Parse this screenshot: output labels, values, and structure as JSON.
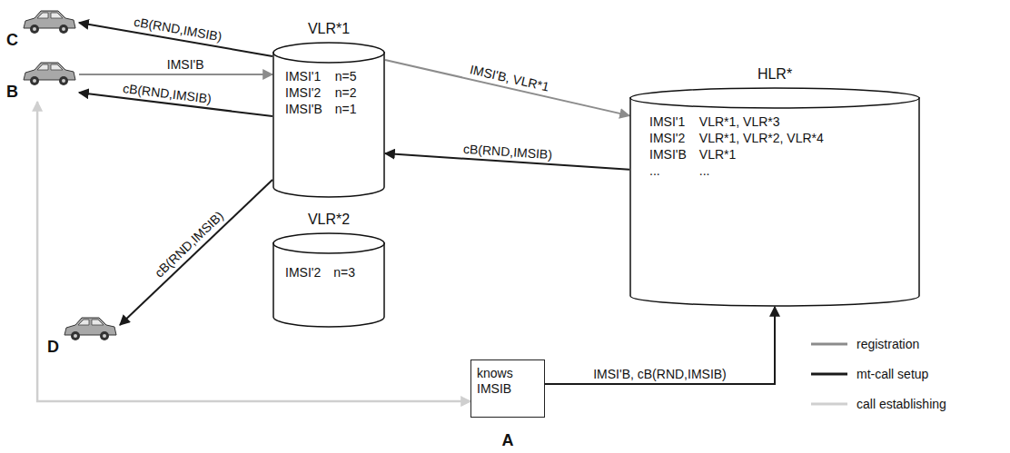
{
  "diagram": {
    "nodes": [
      {
        "text": [
          "C"
        ]
      },
      {
        "text": [
          "VLR*1",
          "IMSI'1",
          "n=5",
          "IMSI'2",
          "n=2",
          "IMSI'B",
          "n=1"
        ]
      },
      {
        "text": [
          "HLR*",
          "IMSI'1",
          "VLR*1, VLR*3",
          "IMSI'2",
          "VLR*1, VLR*2, VLR*4",
          "IMSI'B",
          "VLR*1",
          "...",
          "..."
        ]
      },
      {
        "text": [
          "B"
        ]
      },
      {
        "text": [
          "D"
        ]
      },
      {
        "text": [
          "VLR*2",
          "IMSI'2",
          "n=3"
        ]
      },
      {
        "text": [
          "knows IMSIB",
          "A"
        ]
      }
    ],
    "edges": [
      {
        "from": 1,
        "to": 0,
        "label": "cB(RND,IMSIB)",
        "arrow": "to"
      },
      {
        "from": 3,
        "to": 1,
        "label": "IMSI'B",
        "arrow": "to"
      },
      {
        "from": 1,
        "to": 3,
        "label": "cB(RND,IMSIB)",
        "arrow": "to"
      },
      {
        "from": 1,
        "to": 4,
        "label": "cB(RND,IMSIB)",
        "arrow": "to"
      },
      {
        "from": 1,
        "to": 2,
        "label": "IMSI'B, VLR*1",
        "arrow": "to"
      },
      {
        "from": 2,
        "to": 1,
        "label": "cB(RND,IMSIB)",
        "arrow": "to"
      },
      {
        "from": 6,
        "to": 2,
        "label": "IMSI'B, cB(RND,IMSIB)",
        "arrow": "to"
      },
      {
        "from": 6,
        "to": 3,
        "arrow": "both"
      }
    ],
    "legend": [
      {
        "text": "registration",
        "color": "#8c8c8c"
      },
      {
        "text": "mt-call setup",
        "color": "#1a1a1a"
      },
      {
        "text": "call establishing",
        "color": "#cfcfcf"
      }
    ]
  }
}
